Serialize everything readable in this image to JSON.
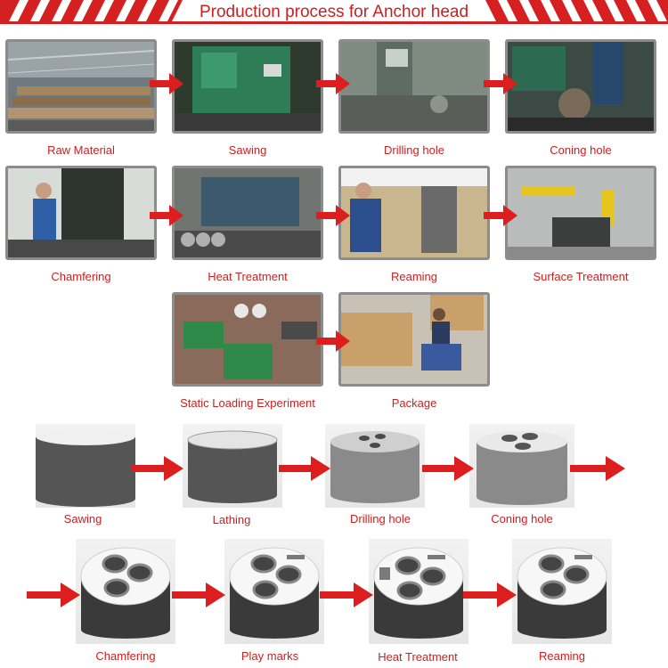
{
  "banner": {
    "title": "Production process for Anchor head",
    "color": "#cc1f1f"
  },
  "photo_steps": [
    {
      "label": "Raw Material",
      "icon": "factory-photo"
    },
    {
      "label": "Sawing",
      "icon": "sawing-machine-photo"
    },
    {
      "label": "Drilling hole",
      "icon": "drilling-machine-photo"
    },
    {
      "label": "Coning hole",
      "icon": "coning-machine-photo"
    },
    {
      "label": "Chamfering",
      "icon": "chamfering-worker-photo"
    },
    {
      "label": "Heat Treatment",
      "icon": "furnace-photo"
    },
    {
      "label": "Reaming",
      "icon": "reaming-worker-photo"
    },
    {
      "label": "Surface Treatment",
      "icon": "surface-line-photo"
    },
    {
      "label": "Static Loading Experiment",
      "icon": "hydraulic-test-photo"
    },
    {
      "label": "Package",
      "icon": "packing-boxes-photo"
    }
  ],
  "diagram_steps": [
    {
      "label": "Sawing"
    },
    {
      "label": "Lathing"
    },
    {
      "label": "Drilling hole"
    },
    {
      "label": "Coning hole"
    },
    {
      "label": "Chamfering"
    },
    {
      "label": "Play marks"
    },
    {
      "label": "Heat Treatment"
    },
    {
      "label": "Reaming"
    }
  ]
}
